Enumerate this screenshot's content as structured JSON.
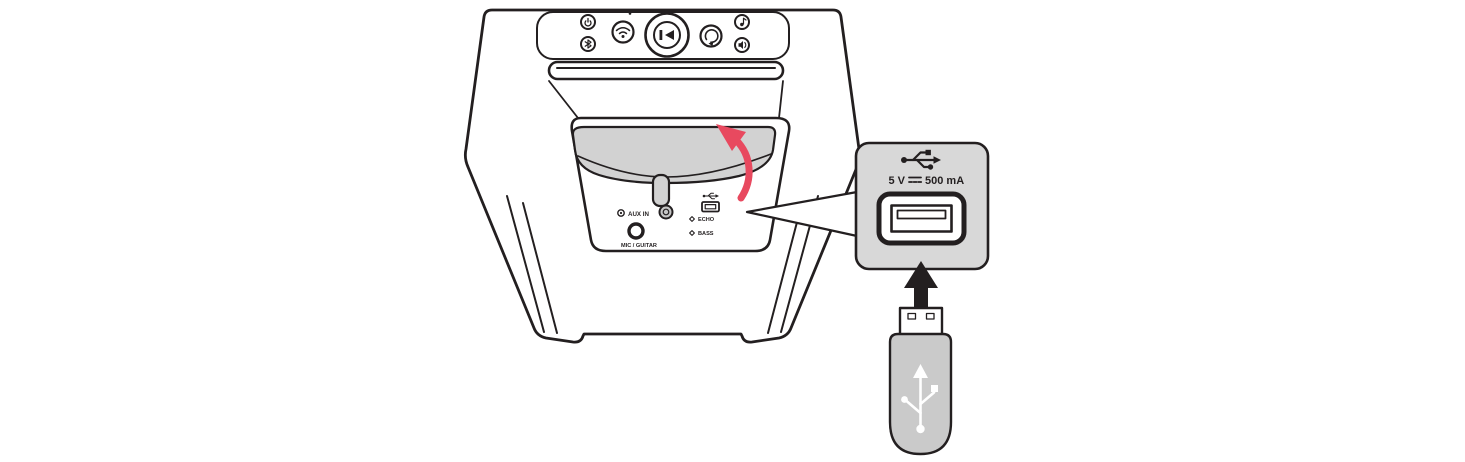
{
  "callout": {
    "voltage_label": "5 V",
    "current_label": "500 mA"
  },
  "connection_panel": {
    "aux_label": "AUX IN",
    "mic_label": "MIC / GUITAR",
    "echo_label": "ECHO",
    "bass_label": "BASS"
  },
  "colors": {
    "line": "#231f20",
    "flap": "#d2d2d2",
    "red": "#e8495f",
    "callout": "#d8d8d8",
    "drive": "#cacaca",
    "knob": "#c6c6c6"
  }
}
